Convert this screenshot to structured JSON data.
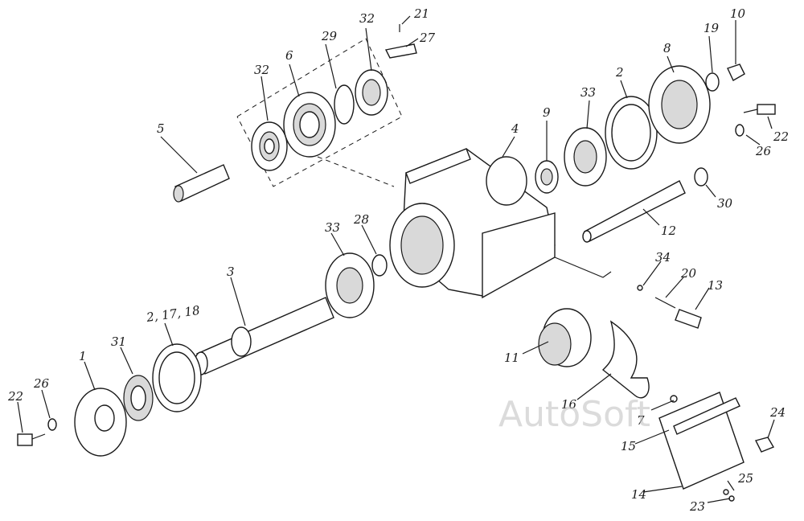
{
  "watermark": "AutoSoft",
  "labels": {
    "l1": "1",
    "l2": "2",
    "l2_17_18": "2, 17, 18",
    "l3": "3",
    "l4": "4",
    "l5": "5",
    "l6": "6",
    "l7": "7",
    "l8": "8",
    "l9": "9",
    "l10": "10",
    "l11": "11",
    "l12": "12",
    "l13": "13",
    "l14": "14",
    "l15": "15",
    "l16": "16",
    "l19": "19",
    "l20": "20",
    "l21": "21",
    "l22a": "22",
    "l22b": "22",
    "l23": "23",
    "l24": "24",
    "l25": "25",
    "l26a": "26",
    "l26b": "26",
    "l27": "27",
    "l28": "28",
    "l29": "29",
    "l30": "30",
    "l31": "31",
    "l32a": "32",
    "l32b": "32",
    "l33a": "33",
    "l33b": "33",
    "l34": "34"
  }
}
